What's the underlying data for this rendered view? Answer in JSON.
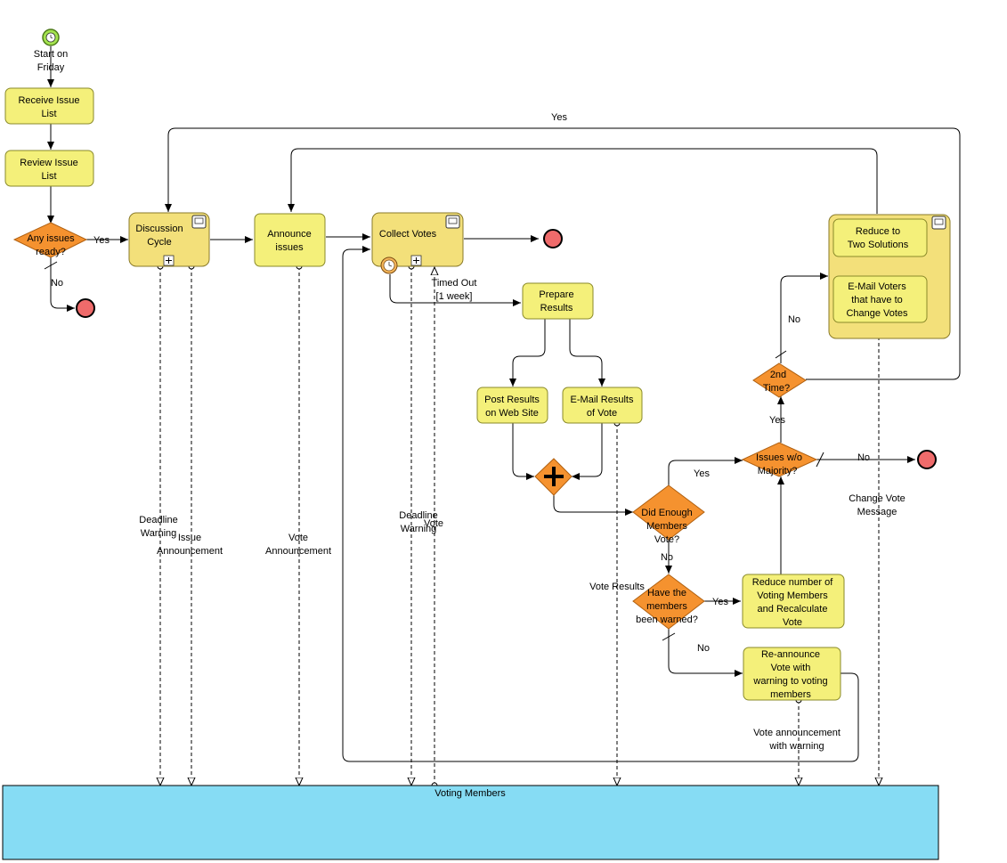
{
  "start": {
    "label": [
      "Start on",
      "Friday"
    ]
  },
  "tasks": {
    "receive_issue_list": [
      "Receive Issue",
      "List"
    ],
    "review_issue_list": [
      "Review Issue",
      "List"
    ],
    "announce_issues": [
      "Announce",
      "issues"
    ],
    "prepare_results": [
      "Prepare",
      "Results"
    ],
    "post_results": [
      "Post Results",
      "on Web Site"
    ],
    "email_results": [
      "E-Mail Results",
      "of Vote"
    ],
    "reduce_members": [
      "Reduce number of",
      "Voting Members",
      "and Recalculate",
      "Vote"
    ],
    "reannounce": [
      "Re-announce",
      "Vote with",
      "warning to voting",
      "members"
    ],
    "reduce_solutions": [
      "Reduce to",
      "Two Solutions"
    ],
    "email_voters": [
      "E-Mail Voters",
      "that have to",
      "Change Votes"
    ]
  },
  "subprocesses": {
    "discussion_cycle": [
      "Discussion",
      "Cycle"
    ],
    "collect_votes": [
      "Collect Votes"
    ]
  },
  "gateways": {
    "any_issues_ready": [
      "Any issues",
      "ready?"
    ],
    "did_enough_members_vote": [
      "Did Enough",
      "Members",
      "Vote?"
    ],
    "members_warned": [
      "Have the",
      "members",
      "been warned?"
    ],
    "issues_wo_majority": [
      "Issues w/o",
      "Majority?"
    ],
    "second_time": [
      "2nd",
      "Time?"
    ]
  },
  "flow_labels": {
    "yes_any_issues": "Yes",
    "no_any_issues": "No",
    "timed_out": [
      "Timed Out",
      "[1 week]"
    ],
    "yes_second_time_loop": "Yes",
    "no_second_time": "No",
    "yes_majority_to_second": "Yes",
    "no_majority": "No",
    "yes_enough_vote": "Yes",
    "no_enough_vote": "No",
    "yes_warned": "Yes",
    "no_warned": "No"
  },
  "message_labels": {
    "deadline_warning_1": [
      "Deadline",
      "Warning"
    ],
    "issue_announcement": [
      "Issue",
      "Announcement"
    ],
    "vote_announcement": [
      "Vote",
      "Announcement"
    ],
    "deadline_warning_2": [
      "Deadline",
      "Warning"
    ],
    "vote": "Vote",
    "vote_results": "Vote Results",
    "vote_announcement_warning": [
      "Vote announcement",
      "with warning"
    ],
    "change_vote_message": [
      "Change Vote",
      "Message"
    ]
  },
  "pool": {
    "label": "Voting Members"
  },
  "colors": {
    "task_fill": "#f4f07a",
    "subprocess_fill": "#f3e07a",
    "gateway_fill": "#f5922f",
    "end_event_fill": "#ef6b6b",
    "start_event_fill": "#a4e34e",
    "pool_fill": "#86dcf4"
  },
  "icons": {
    "start_event": "timer-icon",
    "subprocess_marker": "plus-box-icon",
    "subprocess_type": "monitor-icon",
    "boundary_event": "timer-icon",
    "parallel_gateway": "plus-icon"
  }
}
